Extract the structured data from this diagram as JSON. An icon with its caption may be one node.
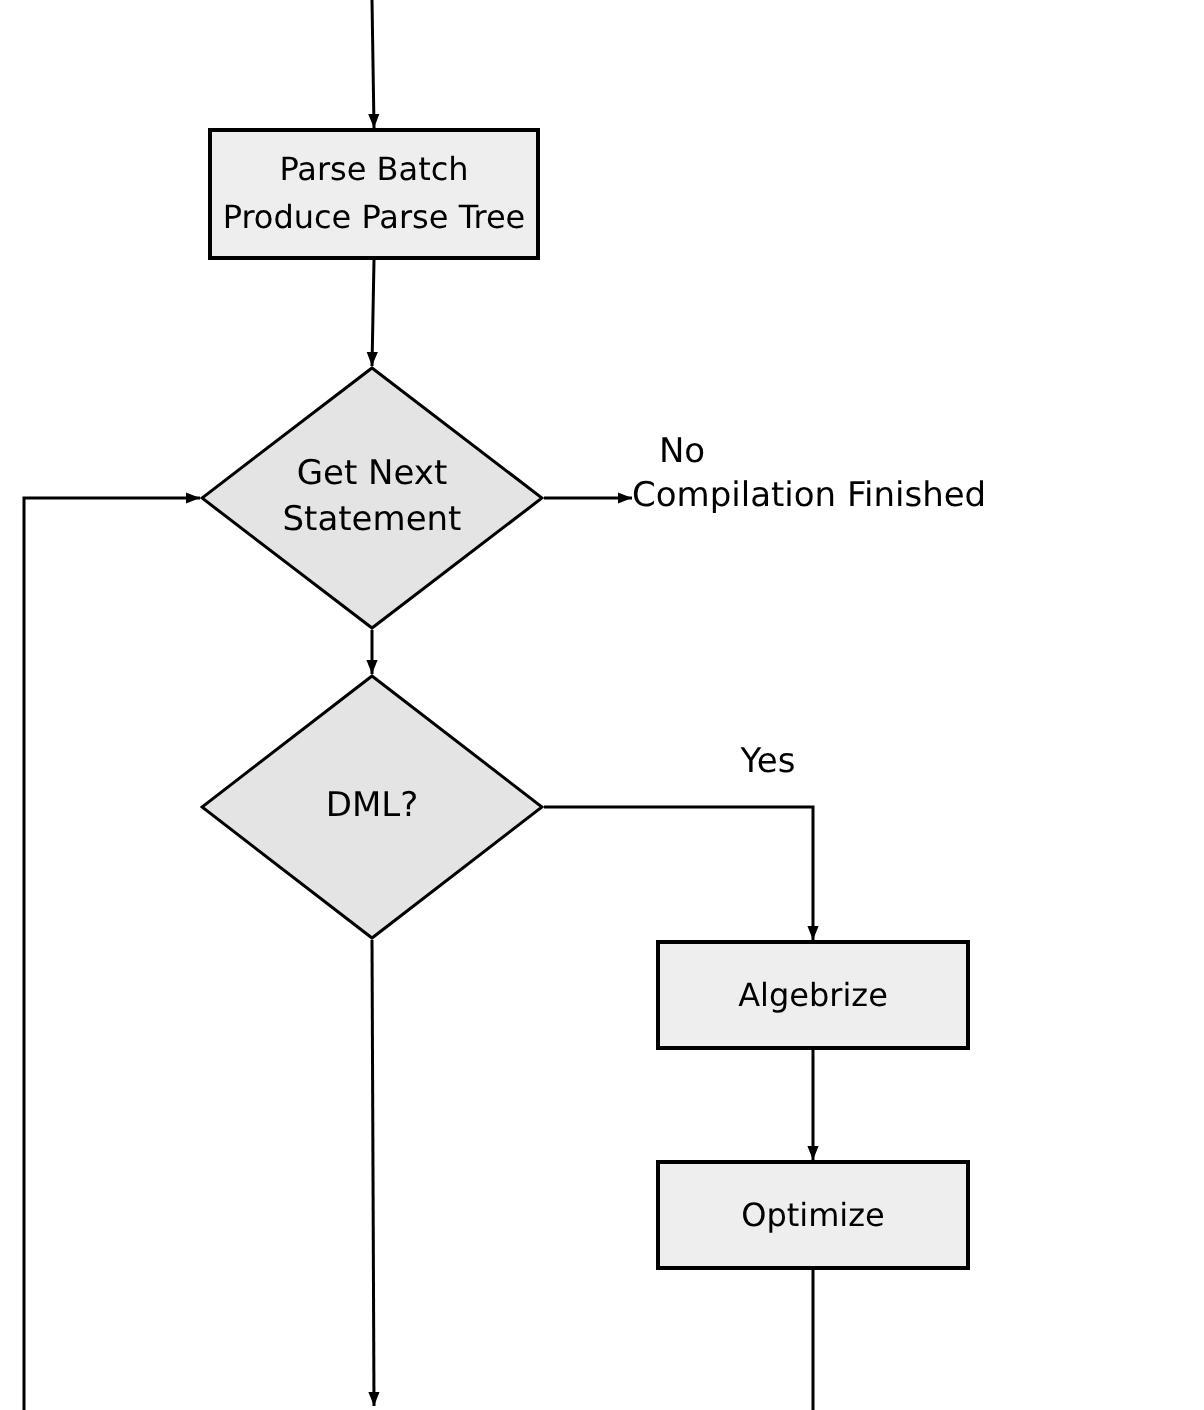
{
  "diagram": {
    "nodes": [
      {
        "text": [
          "Parse Batch Produce Parse Tree"
        ]
      },
      {
        "text": [
          "Get Next Statement"
        ]
      },
      {
        "text": [
          "Compilation Finished"
        ]
      },
      {
        "text": [
          "DML?"
        ]
      },
      {
        "text": [
          "Algebrize"
        ]
      },
      {
        "text": [
          "Optimize"
        ]
      }
    ],
    "edges": [
      {
        "from": null,
        "to": 0,
        "arrow": "to"
      },
      {
        "from": 0,
        "to": 1,
        "arrow": "to"
      },
      {
        "from": 1,
        "to": 2,
        "arrow": "to",
        "label": "No"
      },
      {
        "from": 1,
        "to": 3,
        "arrow": "to"
      },
      {
        "from": 3,
        "to": 4,
        "arrow": "to",
        "label": "Yes"
      },
      {
        "from": 4,
        "to": 5,
        "arrow": "to"
      },
      {
        "from": 3,
        "to": null,
        "arrow": "to"
      },
      {
        "from": 5,
        "to": null,
        "arrow": "none"
      },
      {
        "from": null,
        "to": 1,
        "arrow": "to"
      }
    ]
  }
}
